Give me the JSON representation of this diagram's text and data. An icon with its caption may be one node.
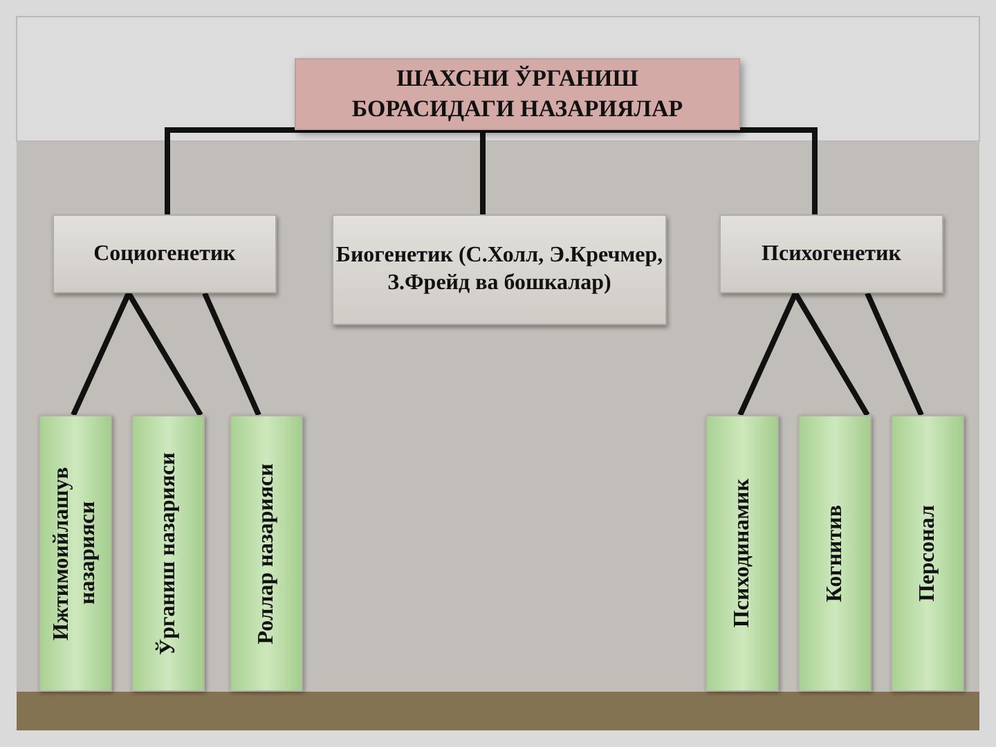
{
  "diagram": {
    "nodes": [
      {
        "text": [
          "ШАХСНИ ЎРГАНИШ БОРАСИДАГИ НАЗАРИЯЛАР"
        ]
      },
      {
        "text": [
          "Социогенетик"
        ]
      },
      {
        "text": [
          "Биогенетик (С.Холл, Э.Кречмер, З.Фрейд ва бошкалар)"
        ]
      },
      {
        "text": [
          "Психогенетик"
        ]
      },
      {
        "text": [
          "Ижтимоийлашув назарияси"
        ]
      },
      {
        "text": [
          "Ўрганиш назарияси"
        ]
      },
      {
        "text": [
          "Роллар назарияси"
        ]
      },
      {
        "text": [
          "Психодинамик"
        ]
      },
      {
        "text": [
          "Когнитив"
        ]
      },
      {
        "text": [
          "Персонал"
        ]
      }
    ],
    "edges": [
      {
        "from": 0,
        "to": 1,
        "arrow": "none"
      },
      {
        "from": 0,
        "to": 2,
        "arrow": "none"
      },
      {
        "from": 0,
        "to": 3,
        "arrow": "none"
      },
      {
        "from": 1,
        "to": 4,
        "arrow": "none"
      },
      {
        "from": 1,
        "to": 5,
        "arrow": "none"
      },
      {
        "from": 1,
        "to": 6,
        "arrow": "none"
      },
      {
        "from": 3,
        "to": 7,
        "arrow": "none"
      },
      {
        "from": 3,
        "to": 8,
        "arrow": "none"
      },
      {
        "from": 3,
        "to": 9,
        "arrow": "none"
      }
    ]
  }
}
